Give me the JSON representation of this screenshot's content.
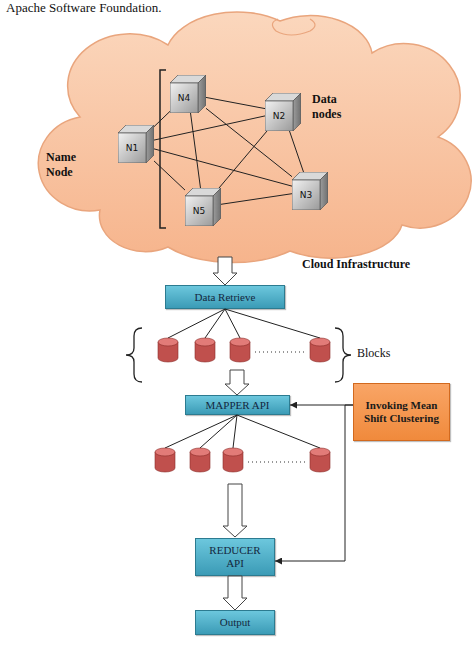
{
  "diagram": {
    "nodes": [
      {
        "text": [
          "Cloud Infrastructure"
        ]
      },
      {
        "text": [
          "N4"
        ],
        "in": 0
      },
      {
        "text": [
          "N2"
        ],
        "in": 0
      },
      {
        "text": [
          "N1"
        ],
        "in": 0
      },
      {
        "text": [
          "N3"
        ],
        "in": 0
      },
      {
        "text": [
          "N5"
        ],
        "in": 0
      },
      {
        "text": [
          "Data Retrieve"
        ]
      },
      {
        "text": [
          "MAPPER API"
        ]
      },
      {
        "text": [
          "Invoking Mean Shift Clustering"
        ]
      },
      {
        "text": [
          "REDUCER API"
        ]
      },
      {
        "text": [
          "Output"
        ]
      }
    ],
    "edges": [
      {
        "from": 0,
        "to": 6,
        "arrow": "to"
      },
      {
        "from": 3,
        "to": 1,
        "arrow": "none"
      },
      {
        "from": 3,
        "to": 2,
        "arrow": "none"
      },
      {
        "from": 3,
        "to": 4,
        "arrow": "none"
      },
      {
        "from": 3,
        "to": 5,
        "arrow": "none"
      },
      {
        "from": 1,
        "to": 2,
        "arrow": "none"
      },
      {
        "from": 1,
        "to": 5,
        "arrow": "none"
      },
      {
        "from": 1,
        "to": 4,
        "arrow": "none"
      },
      {
        "from": 2,
        "to": 5,
        "arrow": "none"
      },
      {
        "from": 2,
        "to": 4,
        "arrow": "none"
      },
      {
        "from": 5,
        "to": 4,
        "arrow": "none"
      },
      {
        "from": 8,
        "to": 7,
        "arrow": "to"
      },
      {
        "from": 8,
        "to": 9,
        "arrow": "to"
      },
      {
        "from": 9,
        "to": 10,
        "arrow": "to"
      }
    ],
    "labels": [
      "Apache Software Foundation.",
      "Data nodes",
      "Name Node",
      "Blocks"
    ]
  }
}
